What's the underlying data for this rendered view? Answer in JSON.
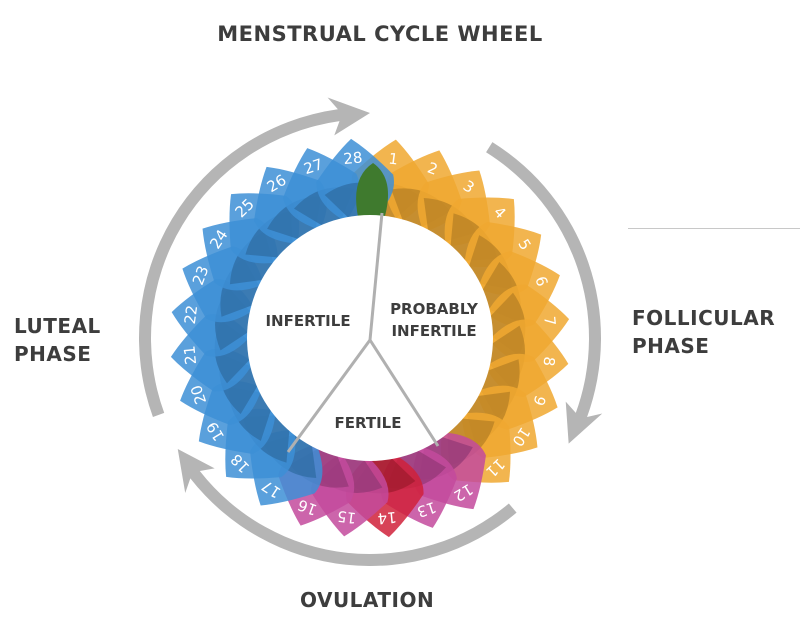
{
  "title": "MENSTRUAL CYCLE WHEEL",
  "phases": {
    "luteal": [
      "LUTEAL",
      "PHASE"
    ],
    "follicular": [
      "FOLLICULAR",
      "PHASE"
    ],
    "ovulation": "OVULATION"
  },
  "zones": {
    "infertile": [
      "INFERTILE"
    ],
    "probably_infertile": [
      "PROBABLY",
      "INFERTILE"
    ],
    "fertile": [
      "FERTILE"
    ]
  },
  "colors": {
    "menstruation": "#3f7a2e",
    "follicular": "#f0a830",
    "ovulation_edge": "#c34a9c",
    "ovulation_peak": "#d0213a",
    "luteal": "#3d8fd6",
    "arrow": "#b5b5b5",
    "text": "#3d3d3d"
  },
  "days": [
    {
      "day": "1",
      "group": "follicular"
    },
    {
      "day": "2",
      "group": "follicular"
    },
    {
      "day": "3",
      "group": "follicular"
    },
    {
      "day": "4",
      "group": "follicular"
    },
    {
      "day": "5",
      "group": "follicular"
    },
    {
      "day": "6",
      "group": "follicular"
    },
    {
      "day": "7",
      "group": "follicular"
    },
    {
      "day": "8",
      "group": "follicular"
    },
    {
      "day": "9",
      "group": "follicular"
    },
    {
      "day": "10",
      "group": "follicular"
    },
    {
      "day": "11",
      "group": "follicular"
    },
    {
      "day": "12",
      "group": "ovulation_edge"
    },
    {
      "day": "13",
      "group": "ovulation_edge"
    },
    {
      "day": "14",
      "group": "ovulation_peak"
    },
    {
      "day": "15",
      "group": "ovulation_edge"
    },
    {
      "day": "16",
      "group": "ovulation_edge"
    },
    {
      "day": "17",
      "group": "luteal"
    },
    {
      "day": "18",
      "group": "luteal"
    },
    {
      "day": "19",
      "group": "luteal"
    },
    {
      "day": "20",
      "group": "luteal"
    },
    {
      "day": "21",
      "group": "luteal"
    },
    {
      "day": "22",
      "group": "luteal"
    },
    {
      "day": "23",
      "group": "luteal"
    },
    {
      "day": "24",
      "group": "luteal"
    },
    {
      "day": "25",
      "group": "luteal"
    },
    {
      "day": "26",
      "group": "luteal"
    },
    {
      "day": "27",
      "group": "luteal"
    },
    {
      "day": "28",
      "group": "luteal"
    }
  ]
}
